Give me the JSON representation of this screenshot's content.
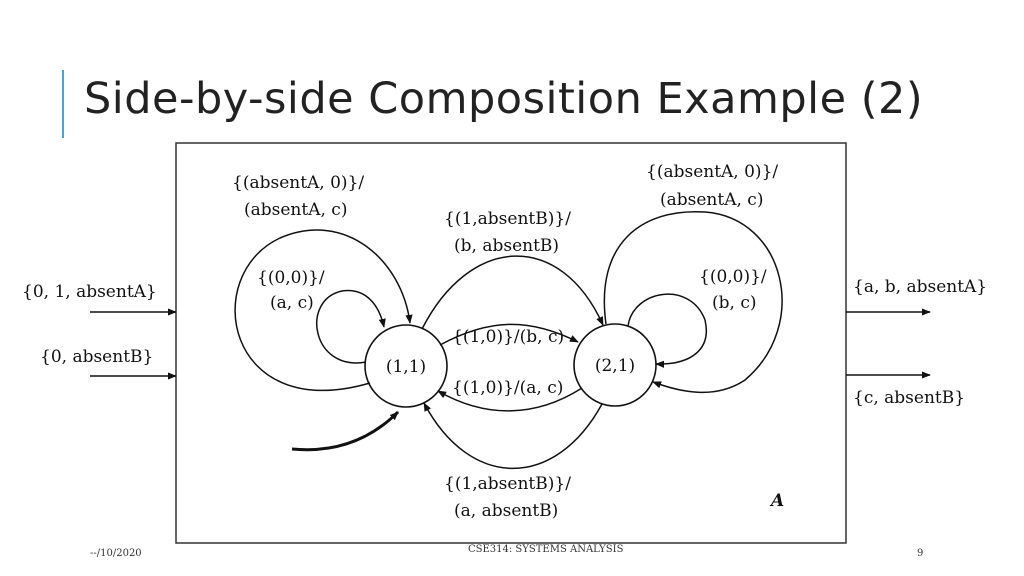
{
  "slide": {
    "title": "Side-by-side Composition Example (2)",
    "footer_date": "--/10/2020",
    "footer_course": "CSE314: SYSTEMS ANALYSIS",
    "page_number": "9"
  },
  "diagram": {
    "box_label": "A",
    "states": [
      {
        "id": "s11",
        "label": "(1,1)",
        "initial": true
      },
      {
        "id": "s21",
        "label": "(2,1)",
        "initial": false
      }
    ],
    "inputs": [
      "{0, 1, absentA}",
      "{0, absentB}"
    ],
    "outputs": [
      "{a, b, absentA}",
      "{c, absentB}"
    ],
    "transitions": [
      {
        "from": "(1,1)",
        "to": "(1,1)",
        "guard": "{(absentA, 0)}/",
        "output": "(absentA, c)"
      },
      {
        "from": "(1,1)",
        "to": "(1,1)",
        "guard": "{(0,0)}/",
        "output": "(a, c)"
      },
      {
        "from": "(1,1)",
        "to": "(2,1)",
        "guard": "{(1,absentB)}/",
        "output": "(b, absentB)"
      },
      {
        "from": "(1,1)",
        "to": "(2,1)",
        "guard": "{(1,0)}/(b, c)",
        "output": ""
      },
      {
        "from": "(2,1)",
        "to": "(1,1)",
        "guard": "{(1,0)}/(a, c)",
        "output": ""
      },
      {
        "from": "(2,1)",
        "to": "(1,1)",
        "guard": "{(1,absentB)}/",
        "output": "(a, absentB)"
      },
      {
        "from": "(2,1)",
        "to": "(2,1)",
        "guard": "{(absentA, 0)}/",
        "output": "(absentA, c)"
      },
      {
        "from": "(2,1)",
        "to": "(2,1)",
        "guard": "{(0,0)}/",
        "output": "(b, c)"
      }
    ]
  }
}
